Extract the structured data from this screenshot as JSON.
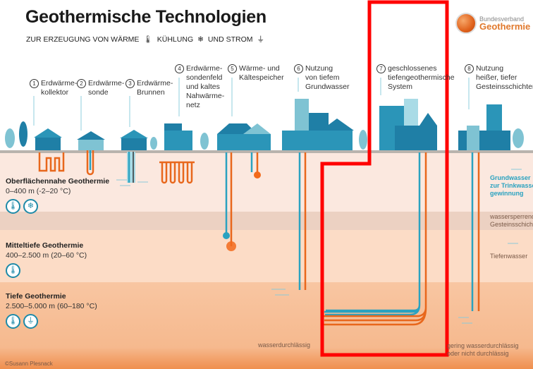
{
  "title": "Geothermische Technologien",
  "subtitle": {
    "part1": "ZUR ERZEUGUNG VON WÄRME",
    "part2": "KÜHLUNG",
    "part3": "UND STROM",
    "icons": [
      "thermometer-icon",
      "snowflake-icon",
      "plug-icon"
    ]
  },
  "logo": {
    "line1": "Bundesverband",
    "line2": "Geothermie"
  },
  "items": [
    {
      "num": "1",
      "label": "Erdwärme-\nkollektor"
    },
    {
      "num": "2",
      "label": "Erdwärme-\nsonde"
    },
    {
      "num": "3",
      "label": "Erdwärme-\nBrunnen"
    },
    {
      "num": "4",
      "label": "Erdwärme-\nsondenfeld\nund kaltes\nNahwärme-\nnetz"
    },
    {
      "num": "5",
      "label": "Wärme- und\nKältespeicher"
    },
    {
      "num": "6",
      "label": "Nutzung\nvon tiefem\nGrundwasser"
    },
    {
      "num": "7",
      "label": "geschlossenes\ntiefengeothermische\nSystem"
    },
    {
      "num": "8",
      "label": "Nutzung\nheißer, tiefer\nGesteinsschichten"
    }
  ],
  "zones": [
    {
      "name": "Oberflächennahe Geothermie",
      "range": "0–400 m (-2–20 °C)",
      "icons": [
        "thermometer-icon",
        "snowflake-icon"
      ]
    },
    {
      "name": "Mitteltiefe Geothermie",
      "range": "400–2.500 m (20–60 °C)",
      "icons": [
        "thermometer-icon"
      ]
    },
    {
      "name": "Tiefe Geothermie",
      "range": "2.500–5.000 m (60–180 °C)",
      "icons": [
        "thermometer-icon",
        "plug-icon"
      ]
    }
  ],
  "notes": {
    "grundwasser": "Grundwasser\nzur Trinkwasser-\ngewinnung",
    "sperrend": "wassersperrende\nGesteinsschicht",
    "tiefenwasser": "Tiefenwasser",
    "durchlaessig": "wasserdurchlässig",
    "gering": "gering wasserdurchlässig\noder nicht durchlässig"
  },
  "credit": "©Susann Plesnack",
  "colors": {
    "highlight": "#ff0000",
    "pipe_cold": "#2aa2c0",
    "pipe_hot": "#e8671c",
    "building": "#1f7fa6"
  }
}
